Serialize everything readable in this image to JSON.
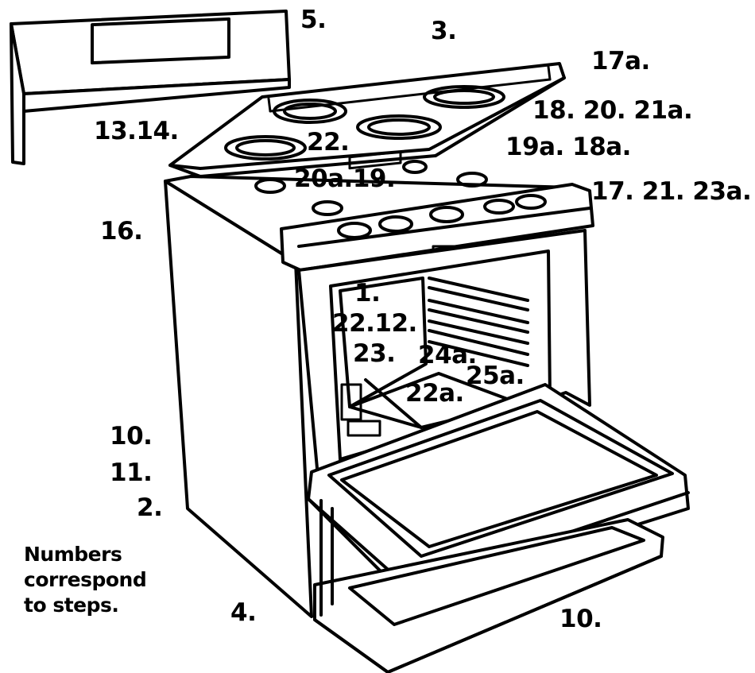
{
  "labels": {
    "l5": "5.",
    "l3": "3.",
    "l17a": "17a.",
    "l18_20_21a": "18. 20. 21a.",
    "l19a_18a": "19a. 18a.",
    "l17_21_23a": "17. 21. 23a.",
    "l13_14": "13.14.",
    "l22_top": "22.",
    "l20a_19": "20a.19.",
    "l16": "16.",
    "l1": "1.",
    "l22_12": "22.12.",
    "l23": "23.",
    "l24a": "24a.",
    "l25a": "25a.",
    "l22a": "22a.",
    "l10_left": "10.",
    "l11": "11.",
    "l2": "2.",
    "l4": "4.",
    "l10_bottom": "10."
  },
  "note": {
    "line1": "Numbers",
    "line2": "correspond",
    "line3": "to steps."
  }
}
